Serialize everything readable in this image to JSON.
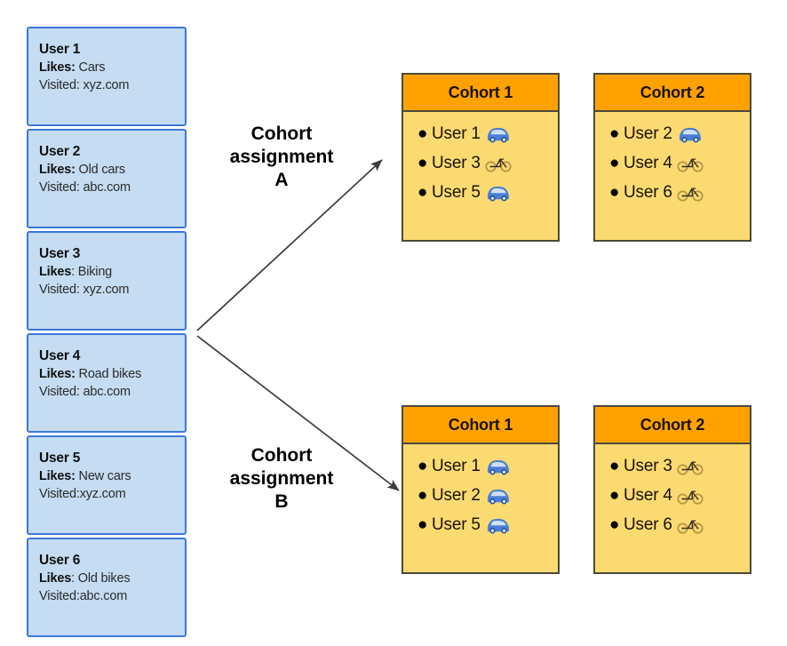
{
  "users": [
    {
      "name": "User 1",
      "likes_label": "Likes:",
      "likes_value": " Cars",
      "visited": "Visited: xyz.com"
    },
    {
      "name": "User 2",
      "likes_label": "Likes:",
      "likes_value": " Old cars",
      "visited": "Visited: abc.com"
    },
    {
      "name": "User 3",
      "likes_label": "Likes",
      "likes_value": ": Biking",
      "visited": "Visited: xyz.com"
    },
    {
      "name": "User 4",
      "likes_label": "Likes:",
      "likes_value": " Road bikes",
      "visited": "Visited: abc.com"
    },
    {
      "name": "User 5",
      "likes_label": "Likes:",
      "likes_value": " New cars",
      "visited": "Visited:xyz.com"
    },
    {
      "name": "User 6",
      "likes_label": "Likes",
      "likes_value": ": Old bikes",
      "visited": "Visited:abc.com"
    }
  ],
  "connectors": {
    "a": {
      "line1": "Cohort",
      "line2": "assignment",
      "line3": "A"
    },
    "b": {
      "line1": "Cohort",
      "line2": "assignment",
      "line3": "B"
    }
  },
  "cohorts": {
    "a1": {
      "title": "Cohort 1",
      "members": [
        {
          "label": "User 1",
          "icon": "car-icon"
        },
        {
          "label": "User 3",
          "icon": "bicycle-icon"
        },
        {
          "label": "User 5",
          "icon": "car-icon"
        }
      ]
    },
    "a2": {
      "title": "Cohort 2",
      "members": [
        {
          "label": "User 2",
          "icon": "car-icon"
        },
        {
          "label": "User 4",
          "icon": "bicycle-icon"
        },
        {
          "label": "User 6",
          "icon": "bicycle-icon"
        }
      ]
    },
    "b1": {
      "title": "Cohort 1",
      "members": [
        {
          "label": "User 1",
          "icon": "car-icon"
        },
        {
          "label": "User 2",
          "icon": "car-icon"
        },
        {
          "label": "User 5",
          "icon": "car-icon"
        }
      ]
    },
    "b2": {
      "title": "Cohort 2",
      "members": [
        {
          "label": "User 3",
          "icon": "bicycle-icon"
        },
        {
          "label": "User 4",
          "icon": "bicycle-icon"
        },
        {
          "label": "User 6",
          "icon": "bicycle-icon"
        }
      ]
    }
  },
  "bullet_glyph": "●",
  "colors": {
    "user_card_fill": "#c5dcf2",
    "user_card_border": "#3c78d8",
    "cohort_header": "#ffa200",
    "cohort_body": "#fcda72",
    "cohort_border": "#4a4a38",
    "arrow": "#3c3c3c",
    "car_icon": "#4a7fd4",
    "bike_icon": "#b59747"
  }
}
